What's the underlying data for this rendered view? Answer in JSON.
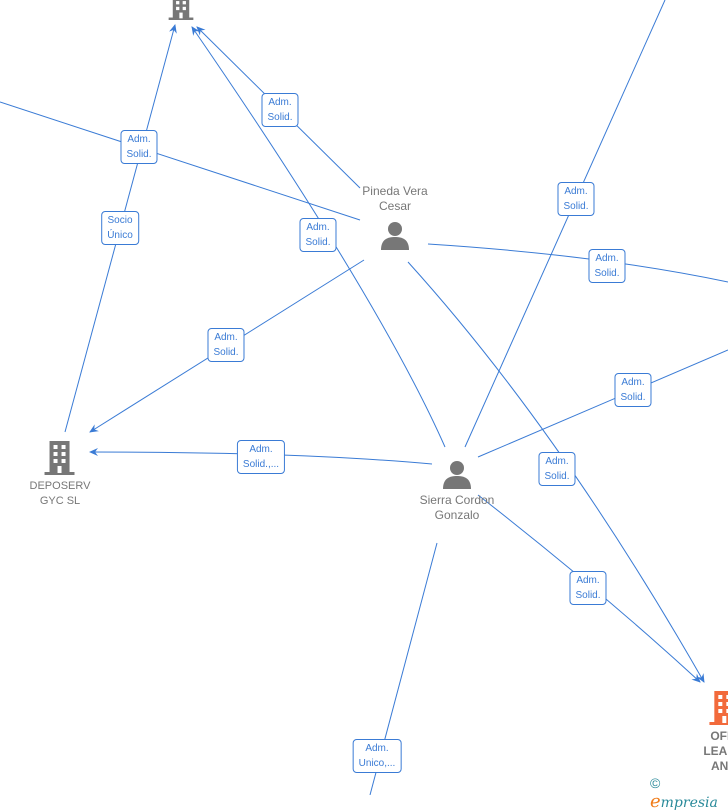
{
  "colors": {
    "edge": "#3a7bd5",
    "node": "#777777",
    "highlight": "#f26a3b"
  },
  "nodes": {
    "pineda": {
      "label": "Pineda Vera Cesar",
      "type": "person"
    },
    "sierra": {
      "label": "Sierra Cordon Gonzalo",
      "type": "person"
    },
    "deposerv": {
      "label_line1": "DEPOSERV",
      "label_line2": "GYC SL",
      "type": "company"
    },
    "top": {
      "type": "company"
    },
    "offi": {
      "label_line1": "OFFI",
      "label_line2": "LEARN",
      "label_line3": "AND",
      "type": "company"
    }
  },
  "edges": [
    {
      "l1": "Adm.",
      "l2": "Solid."
    },
    {
      "l1": "Adm.",
      "l2": "Solid."
    },
    {
      "l1": "Socio",
      "l2": "Único"
    },
    {
      "l1": "Adm.",
      "l2": "Solid."
    },
    {
      "l1": "Adm.",
      "l2": "Solid."
    },
    {
      "l1": "Adm.",
      "l2": "Solid.,..."
    },
    {
      "l1": "Adm.",
      "l2": "Solid."
    },
    {
      "l1": "Adm.",
      "l2": "Solid."
    },
    {
      "l1": "Adm.",
      "l2": "Solid."
    },
    {
      "l1": "Adm.",
      "l2": "Solid."
    },
    {
      "l1": "Adm.",
      "l2": "Solid."
    },
    {
      "l1": "Adm.",
      "l2": "Unico,..."
    }
  ],
  "footer": {
    "copyright": "©",
    "brand_e": "e",
    "brand_rest": "mpresia"
  }
}
